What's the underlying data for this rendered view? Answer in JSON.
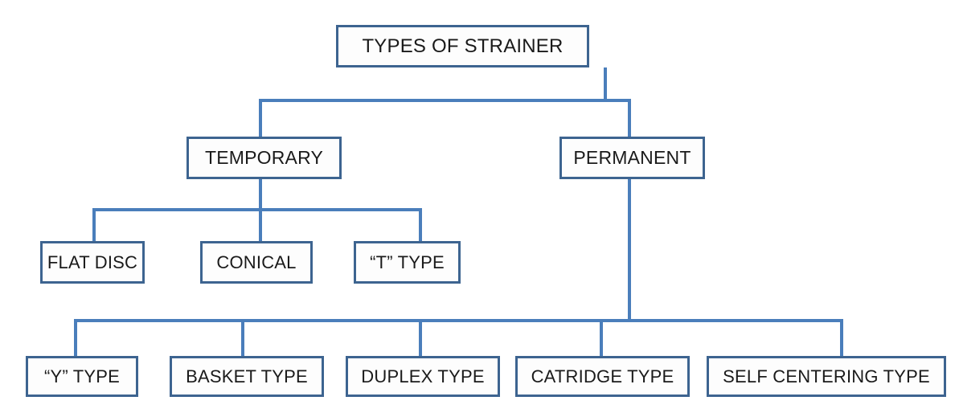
{
  "diagram": {
    "title": "TYPES OF STRAINER",
    "type": "hierarchy-tree",
    "colors": {
      "box_border": "#3d6490",
      "box_fill": "#fdfdfd",
      "connector": "#4a7ebb",
      "text": "#1a1a1a",
      "background": "#ffffff"
    },
    "root": {
      "label": "TYPES OF STRAINER"
    },
    "level2": [
      {
        "label": "TEMPORARY"
      },
      {
        "label": "PERMANENT"
      }
    ],
    "temporary_children": [
      {
        "label": "FLAT DISC"
      },
      {
        "label": "CONICAL"
      },
      {
        "label": "“T” TYPE"
      }
    ],
    "permanent_children": [
      {
        "label": "“Y” TYPE"
      },
      {
        "label": "BASKET TYPE"
      },
      {
        "label": "DUPLEX TYPE"
      },
      {
        "label": "CATRIDGE TYPE"
      },
      {
        "label": "SELF CENTERING TYPE"
      }
    ]
  }
}
